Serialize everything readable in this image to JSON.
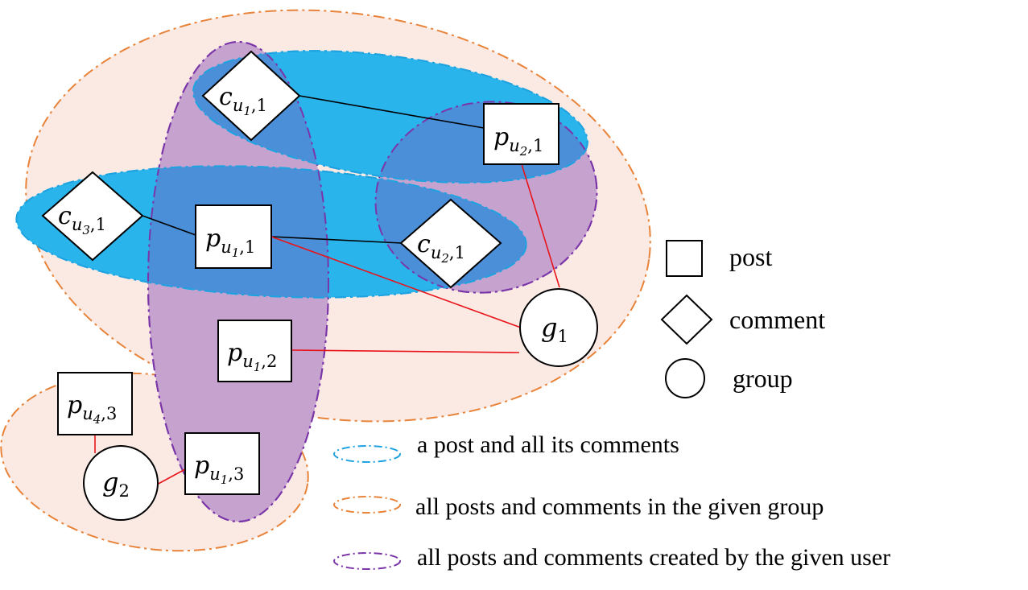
{
  "colors": {
    "group_region_fill": "#fbeae4",
    "group_region_stroke": "#e8833a",
    "post_region_fill": "#29b5ec",
    "post_region_stroke": "#1fa3e0",
    "user_region_fill": "#c6a3cf",
    "user_region_stroke": "#7a35a8",
    "overlap_fill": "#4a8fd8",
    "edge_black": "#000000",
    "edge_red": "#e8141a"
  },
  "nodes": {
    "c_u1_1": {
      "type": "comment",
      "base": "c",
      "sub": "u",
      "subsub": "1",
      "idx": "1"
    },
    "c_u3_1": {
      "type": "comment",
      "base": "c",
      "sub": "u",
      "subsub": "3",
      "idx": "1"
    },
    "c_u2_1": {
      "type": "comment",
      "base": "c",
      "sub": "u",
      "subsub": "2",
      "idx": "1"
    },
    "p_u2_1": {
      "type": "post",
      "base": "p",
      "sub": "u",
      "subsub": "2",
      "idx": "1"
    },
    "p_u1_1": {
      "type": "post",
      "base": "p",
      "sub": "u",
      "subsub": "1",
      "idx": "1"
    },
    "p_u1_2": {
      "type": "post",
      "base": "p",
      "sub": "u",
      "subsub": "1",
      "idx": "2"
    },
    "p_u4_3": {
      "type": "post",
      "base": "p",
      "sub": "u",
      "subsub": "4",
      "idx": "3"
    },
    "p_u1_3": {
      "type": "post",
      "base": "p",
      "sub": "u",
      "subsub": "1",
      "idx": "3"
    },
    "g_1": {
      "type": "group",
      "base": "g",
      "sub": "1"
    },
    "g_2": {
      "type": "group",
      "base": "g",
      "sub": "2"
    }
  },
  "legend": {
    "post": "post",
    "comment": "comment",
    "group": "group",
    "post_comments": "a post and all its comments",
    "group_scope": "all posts and comments in the given group",
    "user_scope": "all posts and comments created by the given user"
  }
}
